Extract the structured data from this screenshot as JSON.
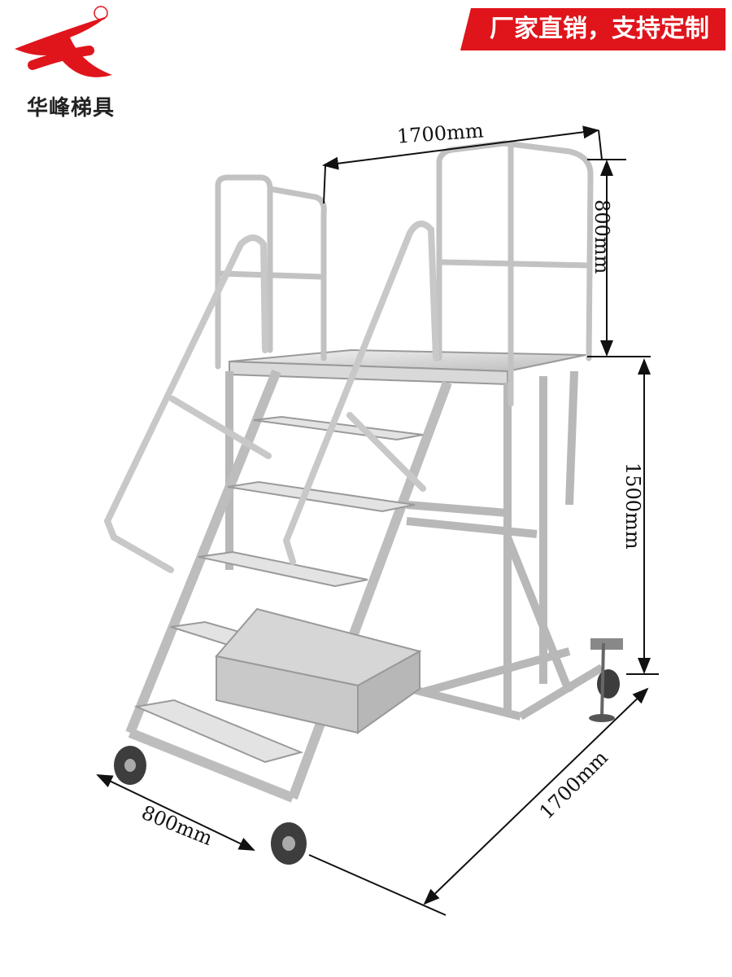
{
  "brand": {
    "name": "华峰梯具",
    "registered": "R",
    "logo_color": "#e0141b"
  },
  "banner": {
    "text": "厂家直销，支持定制",
    "color": "#e0141b"
  },
  "dimensions": {
    "top_length": "1700mm",
    "guardrail_height": "800mm",
    "platform_height": "1500mm",
    "base_length": "1700mm",
    "base_width": "800mm"
  }
}
